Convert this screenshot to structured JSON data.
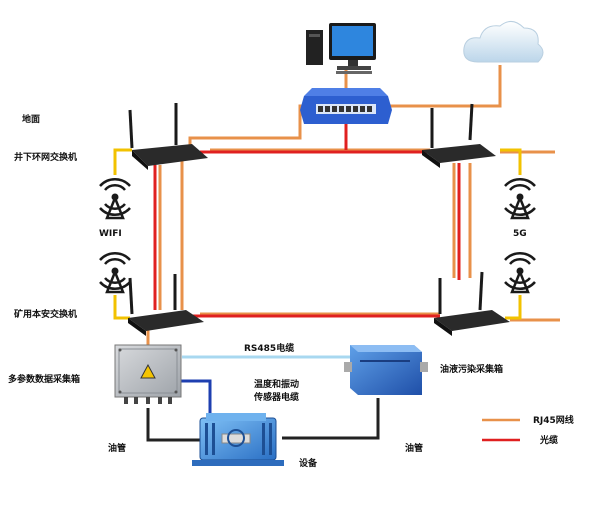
{
  "labels": {
    "ground": "地面",
    "ring_switch": "井下环网交换机",
    "wifi": "WIFI",
    "g5": "5G",
    "safe_switch": "矿用本安交换机",
    "multi_box": "多参数数据采集箱",
    "rs485": "RS485电缆",
    "sensor_cable_l1": "温度和振动",
    "sensor_cable_l2": "传感器电缆",
    "oil_box": "油液污染采集箱",
    "oil_pipe_left": "油管",
    "oil_pipe_right": "油管",
    "equipment": "设备"
  },
  "legend": [
    {
      "label": "RJ45网线",
      "color": "#E8914A"
    },
    {
      "label": "光缆",
      "color": "#E02020"
    }
  ],
  "colors": {
    "rj45": "#E8914A",
    "fiber": "#E02020",
    "rs485": "#A8D8F0",
    "sensor_cable": "#1E3FB0",
    "oil_pipe": "#222222",
    "antenna_link": "#F2C200"
  }
}
